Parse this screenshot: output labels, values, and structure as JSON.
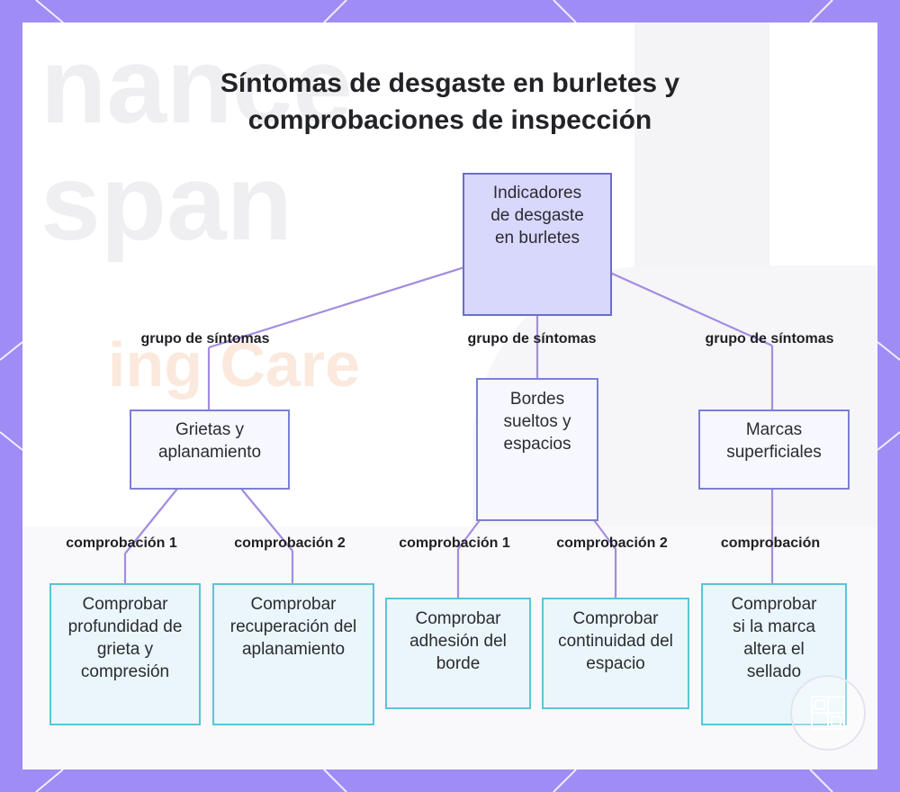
{
  "title_lines": [
    "Síntomas de desgaste en burletes y",
    "comprobaciones de inspección"
  ],
  "background_text": [
    "nance",
    "span",
    "ing Care"
  ],
  "colors": {
    "frame": "#a08cf5",
    "root_fill": "#d8d8fd",
    "root_border": "#6a6ec8",
    "group_fill": "#f7f7ff",
    "group_border": "#7b80d6",
    "check_fill": "#eaf6fa",
    "check_border": "#5bc4d6",
    "connector": "#a48ce0"
  },
  "nodes": {
    "root": "Indicadores de desgaste en burletes",
    "group_cracks": "Grietas y aplanamiento",
    "group_edges": "Bordes sueltos y espacios",
    "group_marks": "Marcas superficiales",
    "check_crack_depth": "Comprobar profundidad de grieta y compresión",
    "check_flattening": "Comprobar recuperación del aplanamiento",
    "check_edge_adhesion": "Comprobar adhesión del borde",
    "check_gap_continuity": "Comprobar continuidad del espacio",
    "check_mark_seal": "Comprobar si la marca altera el sellado"
  },
  "edge_labels": {
    "root_to_cracks": "grupo de síntomas",
    "root_to_edges": "grupo de síntomas",
    "root_to_marks": "grupo de síntomas",
    "cracks_check_1": "comprobación 1",
    "cracks_check_2": "comprobación 2",
    "edges_check_1": "comprobación 1",
    "edges_check_2": "comprobación 2",
    "marks_check": "comprobación"
  },
  "badge_icon": "window-frame-icon"
}
